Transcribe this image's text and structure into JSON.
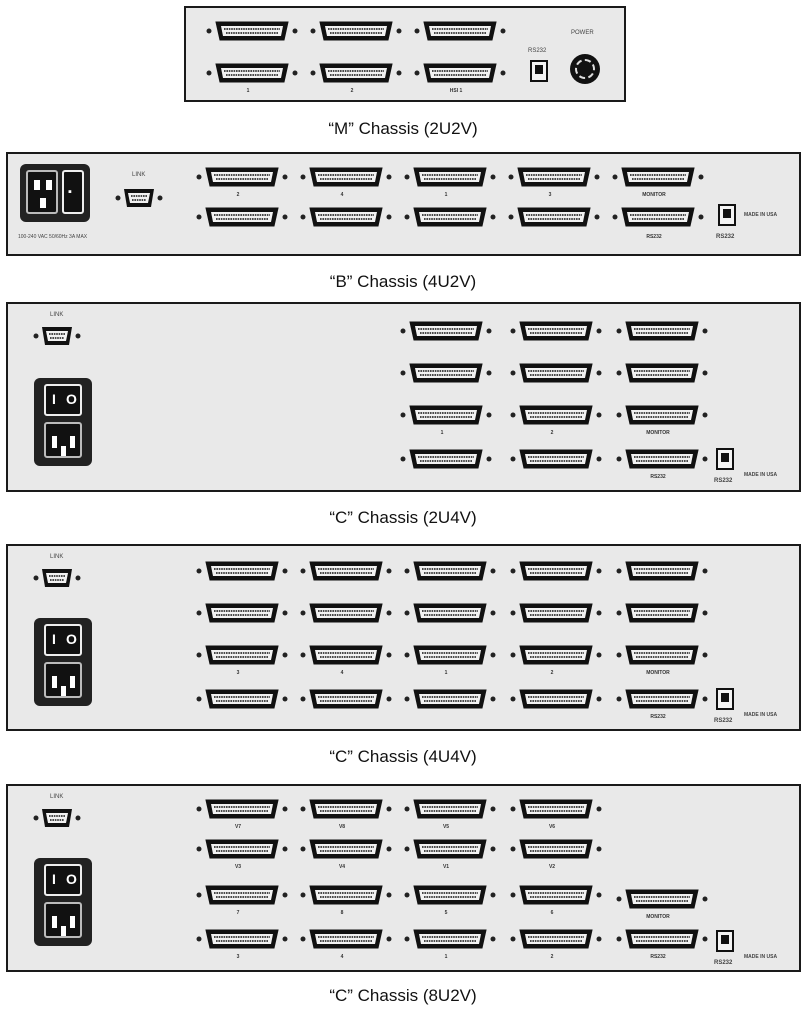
{
  "captions": {
    "m": "“M” Chassis (2U2V)",
    "b": "“B” Chassis (4U2V)",
    "c1": "“C” Chassis (2U4V)",
    "c2": "“C” Chassis (4U4V)",
    "c3": "“C” Chassis (8U2V)"
  },
  "m": {
    "port1": "1",
    "port2": "2",
    "port3": "HSI 1",
    "rs232": "RS232",
    "power": "POWER"
  },
  "b": {
    "link": "LINK",
    "rating": "100-240 VAC 50/60Hz 3A MAX",
    "p1": "2",
    "p2": "4",
    "p3": "1",
    "p4": "3",
    "monitor": "MONITOR",
    "rs232port": "RS232",
    "rs232": "RS232",
    "made": "MADE IN USA"
  },
  "c1": {
    "link": "LINK",
    "p1": "1",
    "p2": "2",
    "monitor": "MONITOR",
    "rs232port": "RS232",
    "rs232": "RS232",
    "made": "MADE IN USA",
    "switch_on": "I",
    "switch_off": "O"
  },
  "c2": {
    "link": "LINK",
    "p1": "3",
    "p2": "4",
    "p3": "1",
    "p4": "2",
    "monitor": "MONITOR",
    "rs232port": "RS232",
    "rs232": "RS232",
    "made": "MADE IN USA",
    "switch_on": "I",
    "switch_off": "O"
  },
  "c3": {
    "link": "LINK",
    "r1": [
      "V7",
      "V8",
      "V5",
      "V6"
    ],
    "r2": [
      "V3",
      "V4",
      "V1",
      "V2"
    ],
    "r3": [
      "7",
      "8",
      "5",
      "6"
    ],
    "r4": [
      "3",
      "4",
      "1",
      "2"
    ],
    "monitor": "MONITOR",
    "rs232port": "RS232",
    "rs232": "RS232",
    "made": "MADE IN USA",
    "switch_on": "I",
    "switch_off": "O"
  }
}
